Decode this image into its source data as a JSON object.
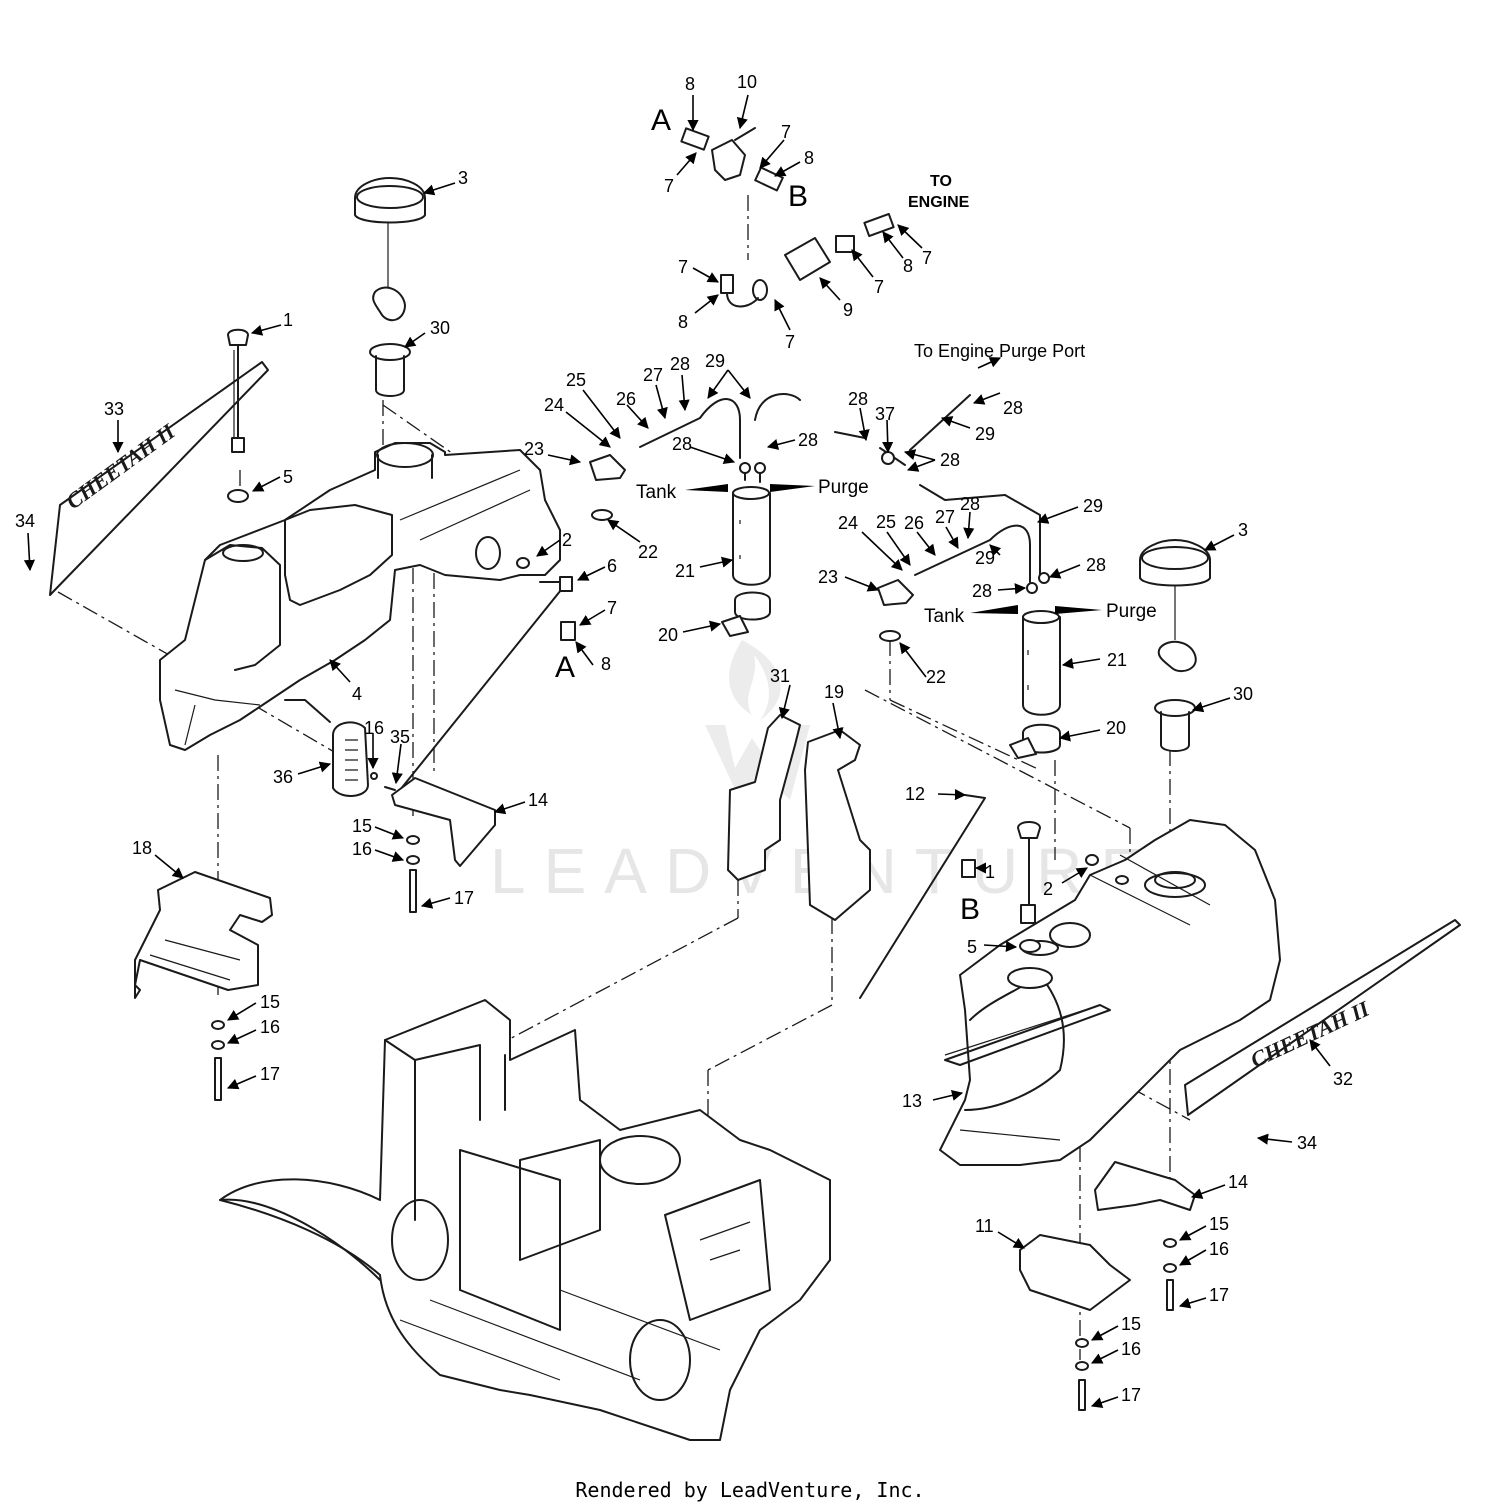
{
  "callouts": {
    "n1": "1",
    "n2": "2",
    "n3": "3",
    "n4": "4",
    "n5": "5",
    "n6": "6",
    "n7": "7",
    "n8": "8",
    "n9": "9",
    "n10": "10",
    "n11": "11",
    "n12": "12",
    "n13": "13",
    "n14": "14",
    "n15": "15",
    "n16": "16",
    "n17": "17",
    "n18": "18",
    "n19": "19",
    "n20": "20",
    "n21": "21",
    "n22": "22",
    "n23": "23",
    "n24": "24",
    "n25": "25",
    "n26": "26",
    "n27": "27",
    "n28": "28",
    "n29": "29",
    "n30": "30",
    "n31": "31",
    "n32": "32",
    "n33": "33",
    "n34": "34",
    "n35": "35",
    "n36": "36",
    "n37": "37"
  },
  "connectors": {
    "a": "A",
    "b": "B"
  },
  "notes": {
    "to_engine_line1": "TO",
    "to_engine_line2": "ENGINE",
    "purge_port": "To Engine Purge Port",
    "tank": "Tank",
    "purge": "Purge"
  },
  "decals": {
    "left": "CHEETAH II",
    "right": "CHEETAH II"
  },
  "watermark": "LEADVENTURE",
  "footer": "Rendered by LeadVenture, Inc."
}
